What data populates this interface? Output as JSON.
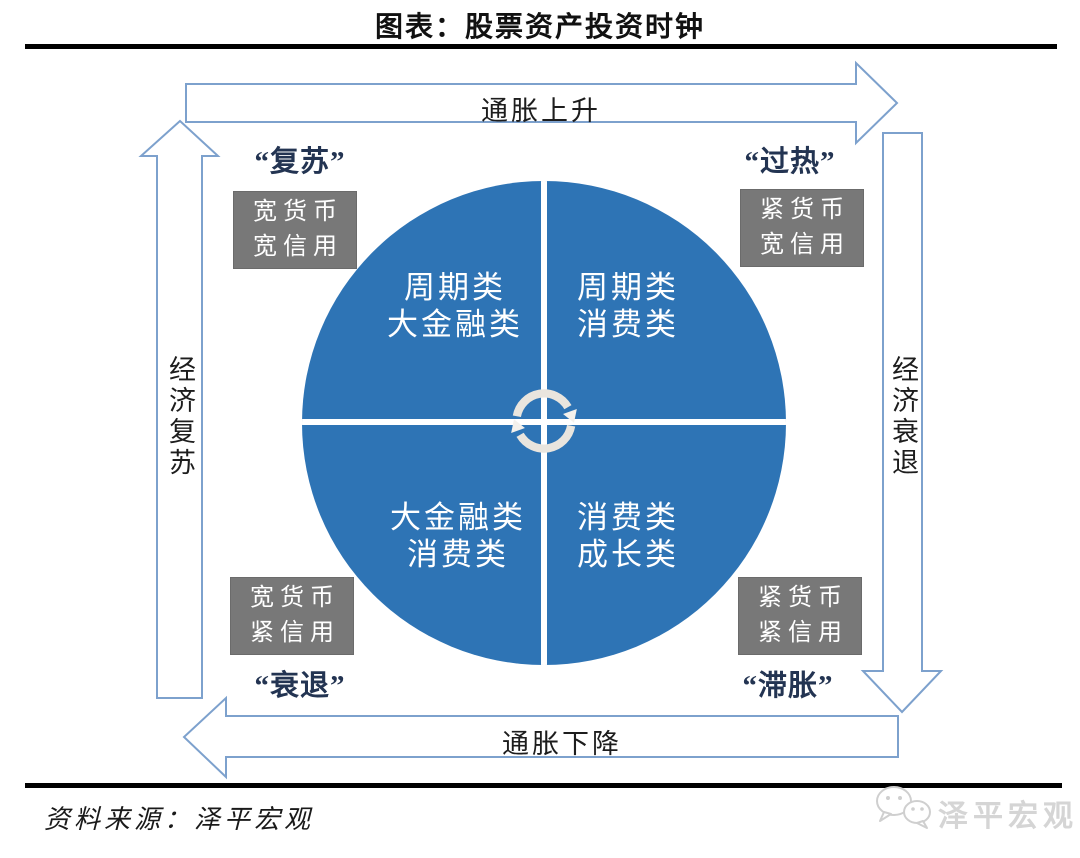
{
  "title": "图表：股票资产投资时钟",
  "clock": {
    "axes": {
      "top": "通胀上升",
      "bottom": "通胀下降",
      "left": "经济复苏",
      "right": "经济衰退"
    },
    "phases": {
      "recovery": {
        "label": "“复苏”",
        "policy_line1": "宽货币",
        "policy_line2": "宽信用"
      },
      "overheat": {
        "label": "“过热”",
        "policy_line1": "紧货币",
        "policy_line2": "宽信用"
      },
      "recession": {
        "label": "“衰退”",
        "policy_line1": "宽货币",
        "policy_line2": "紧信用"
      },
      "stagflation": {
        "label": "“滞胀”",
        "policy_line1": "紧货币",
        "policy_line2": "紧信用"
      }
    },
    "quadrants": {
      "top_left": {
        "line1": "周期类",
        "line2": "大金融类"
      },
      "top_right": {
        "line1": "周期类",
        "line2": "消费类"
      },
      "bottom_left": {
        "line1": "大金融类",
        "line2": "消费类"
      },
      "bottom_right": {
        "line1": "消费类",
        "line2": "成长类"
      }
    }
  },
  "footer": {
    "source": "资料来源：泽平宏观",
    "watermark": "泽平宏观"
  },
  "colors": {
    "circle_blue": "#2e74b5",
    "policy_box_gray": "#787878",
    "arrow_outline": "#7da1cd",
    "phase_text": "#233452",
    "watermark_gray": "#d5d5d5"
  }
}
